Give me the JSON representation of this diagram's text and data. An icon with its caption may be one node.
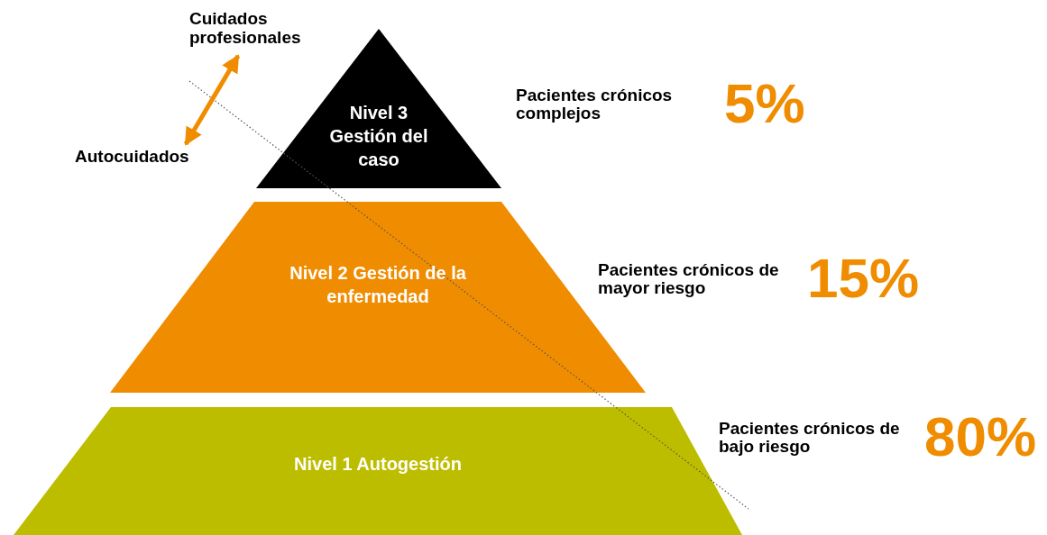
{
  "diagram": {
    "nodes": [
      {
        "text": [
          "Nivel 3 Gestión del caso"
        ],
        "beside": [
          "Pacientes crónicos complejos",
          "5%"
        ]
      },
      {
        "text": [
          "Nivel 2 Gestión de la enfermedad"
        ],
        "beside": [
          "Pacientes crónicos de mayor riesgo",
          "15%"
        ]
      },
      {
        "text": [
          "Nivel 1 Autogestión"
        ],
        "beside": [
          "Pacientes crónicos de bajo riesgo",
          "80%"
        ]
      },
      {
        "text": [
          "Cuidados profesionales"
        ]
      },
      {
        "text": [
          "Autocuidados"
        ]
      }
    ],
    "edges": [
      {
        "from": 4,
        "to": 3,
        "arrow": "both"
      }
    ]
  }
}
